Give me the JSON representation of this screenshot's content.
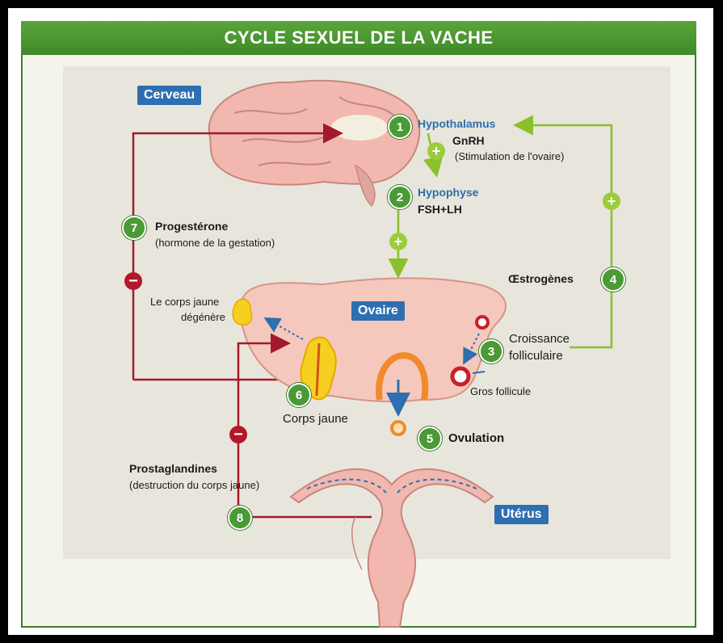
{
  "title": "CYCLE SEXUEL DE LA VACHE",
  "tags": {
    "brain": "Cerveau",
    "ovary": "Ovaire",
    "uterus": "Utérus"
  },
  "steps": {
    "s1": {
      "num": "1",
      "label": "Hypothalamus",
      "hormone": "GnRH",
      "note": "(Stimulation de l'ovaire)"
    },
    "s2": {
      "num": "2",
      "label": "Hypophyse",
      "hormone": "FSH+LH"
    },
    "s3": {
      "num": "3",
      "line1": "Croissance",
      "line2": "folliculaire"
    },
    "s4": {
      "num": "4",
      "label": "Œstrogènes"
    },
    "s5": {
      "num": "5",
      "label": "Ovulation"
    },
    "s6": {
      "num": "6",
      "label": "Corps jaune"
    },
    "s7": {
      "num": "7",
      "label": "Progestérone",
      "note": "(hormone de la gestation)"
    },
    "s8": {
      "num": "8",
      "label": "Prostaglandines",
      "note": "(destruction du corps jaune)"
    }
  },
  "ovary_labels": {
    "degenerate_line1": "Le corps jaune",
    "degenerate_line2": "dégénère",
    "big_follicle": "Gros follicule"
  },
  "signs": {
    "plus": "+",
    "minus": "−"
  },
  "colors": {
    "title_green": "#4a9a35",
    "tag_blue": "#2d6fb0",
    "stimulation_arrow": "#9ccc3c",
    "inhibition_arrow": "#a31a2a",
    "organ_pink": "#f2b8b0",
    "corpus_luteum": "#f5d020"
  }
}
